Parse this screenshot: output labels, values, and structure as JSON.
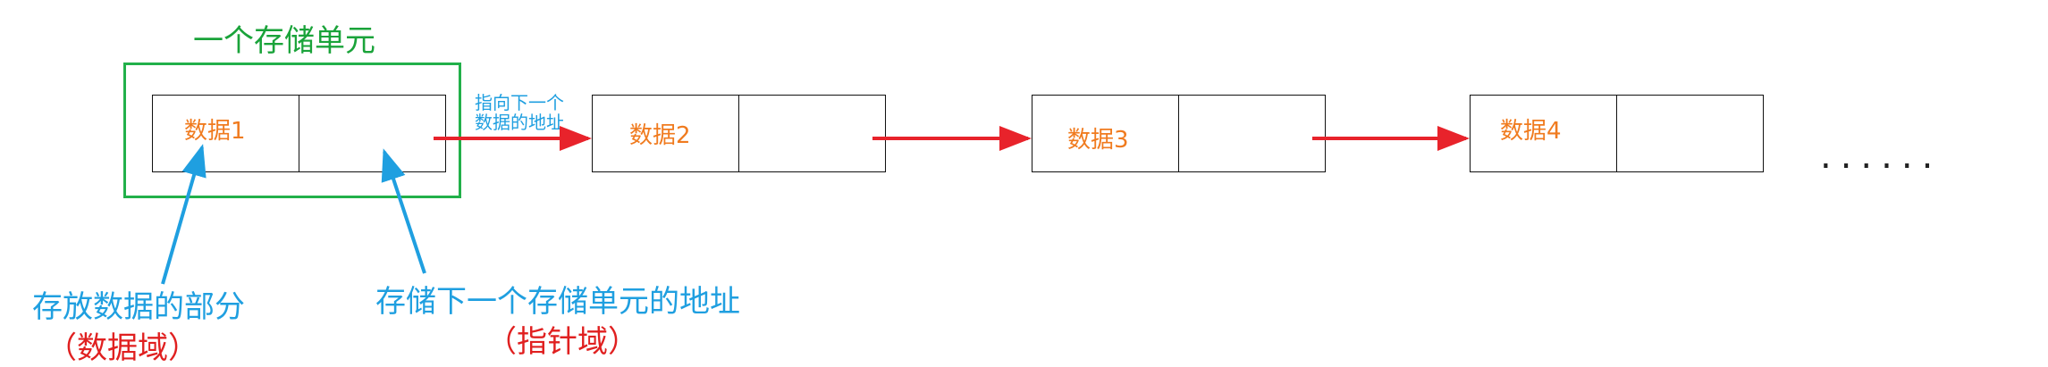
{
  "title": "一个存储单元",
  "nodes": [
    {
      "data": "数据1"
    },
    {
      "data": "数据2"
    },
    {
      "data": "数据3"
    },
    {
      "data": "数据4"
    }
  ],
  "pointer_note_line1": "指向下一个",
  "pointer_note_line2": "数据的地址",
  "data_part_caption": "存放数据的部分",
  "data_part_term": "（数据域）",
  "pointer_part_caption": "存储下一个存储单元的地址",
  "pointer_part_term": "（指针域）",
  "ellipsis": "......",
  "colors": {
    "title": "#1aa33a",
    "frame": "#22b04a",
    "data_text": "#f07b1f",
    "arrow_red": "#e8232b",
    "arrow_blue": "#1f9fe0",
    "term_red": "#e02020"
  }
}
